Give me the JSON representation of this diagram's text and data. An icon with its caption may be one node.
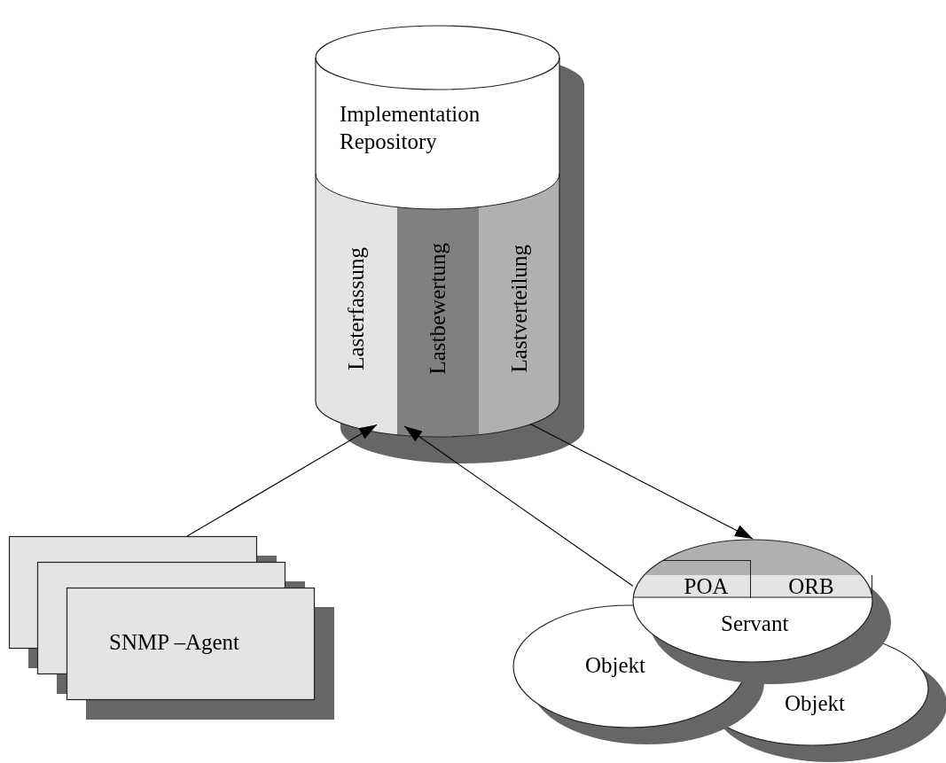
{
  "diagram": {
    "nodes": [
      {
        "text": [
          "Implementation Repository"
        ]
      },
      {
        "text": [
          "Lasterfassung"
        ],
        "in": 0
      },
      {
        "text": [
          "Lastbewertung"
        ],
        "in": 0
      },
      {
        "text": [
          "Lastverteilung"
        ],
        "in": 0
      },
      {
        "text": [],
        "shape": "box"
      },
      {
        "text": [],
        "shape": "box"
      },
      {
        "text": [
          "SNMP –Agent"
        ]
      },
      {
        "text": [
          "Objekt"
        ]
      },
      {
        "text": [
          "Objekt"
        ]
      },
      {
        "text": [
          "Servant"
        ]
      },
      {
        "text": [
          "POA"
        ],
        "in": 9
      },
      {
        "text": [
          "ORB"
        ],
        "in": 9
      }
    ],
    "edges": [
      {
        "from": 4,
        "to": 0,
        "arrow": "to"
      },
      {
        "from": 9,
        "to": 0,
        "arrow": "to"
      },
      {
        "from": 0,
        "to": 9,
        "arrow": "to"
      }
    ]
  }
}
